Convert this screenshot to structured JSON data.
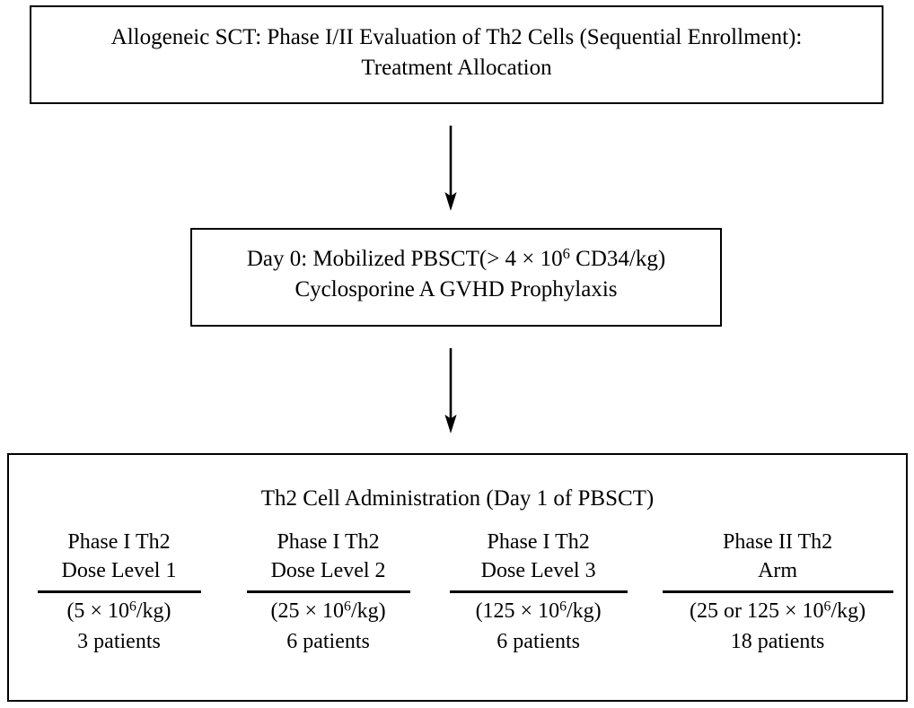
{
  "diagram": {
    "title_box": {
      "line1": "Allogeneic SCT: Phase I/II Evaluation of Th2 Cells (Sequential Enrollment):",
      "line2": "Treatment Allocation"
    },
    "transplant_box": {
      "line1_pre": "Day 0: Mobilized PBSCT(> 4 × 10",
      "line1_sup": "6",
      "line1_post": " CD34/kg)",
      "line2": "Cyclosporine A GVHD Prophylaxis"
    },
    "administration_box": {
      "title": "Th2 Cell Administration (Day 1 of PBSCT)",
      "columns": [
        {
          "heading_line1": "Phase I Th2",
          "heading_line2": "Dose Level 1",
          "dose_pre": "(5 × 10",
          "dose_sup": "6",
          "dose_post": "/kg)",
          "patients": "3 patients"
        },
        {
          "heading_line1": "Phase I Th2",
          "heading_line2": "Dose Level 2",
          "dose_pre": "(25 × 10",
          "dose_sup": "6",
          "dose_post": "/kg)",
          "patients": "6 patients"
        },
        {
          "heading_line1": "Phase I Th2",
          "heading_line2": "Dose Level 3",
          "dose_pre": "(125 × 10",
          "dose_sup": "6",
          "dose_post": "/kg)",
          "patients": "6 patients"
        },
        {
          "heading_line1": "Phase II Th2",
          "heading_line2": "Arm",
          "dose_pre": "(25 or 125 × 10",
          "dose_sup": "6",
          "dose_post": "/kg)",
          "patients": "18 patients"
        }
      ]
    },
    "connectors": [
      {
        "name": "arrow-title-to-transplant",
        "direction": "down"
      },
      {
        "name": "arrow-transplant-to-administration",
        "direction": "down"
      }
    ],
    "colors": {
      "stroke": "#000000",
      "background": "#ffffff",
      "text": "#000000"
    }
  }
}
